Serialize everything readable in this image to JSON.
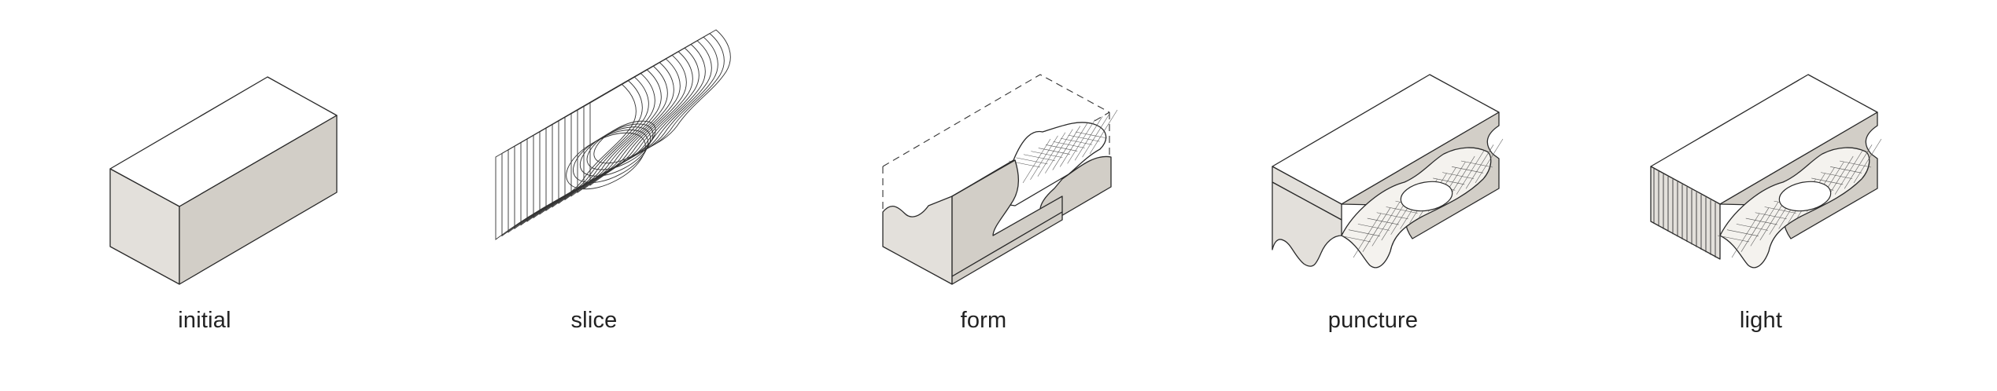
{
  "stages": [
    {
      "key": "initial",
      "label": "initial",
      "icon": "solid-block-icon"
    },
    {
      "key": "slice",
      "label": "slice",
      "icon": "sliced-contours-icon"
    },
    {
      "key": "form",
      "label": "form",
      "icon": "carved-form-icon"
    },
    {
      "key": "puncture",
      "label": "puncture",
      "icon": "punctured-block-icon"
    },
    {
      "key": "light",
      "label": "light",
      "icon": "light-slots-block-icon"
    }
  ],
  "colors": {
    "stroke": "#2a2a2a",
    "top_face": "#ffffff",
    "front_face": "#e3e0db",
    "side_face": "#d2cec7",
    "caption_text": "#222222"
  }
}
